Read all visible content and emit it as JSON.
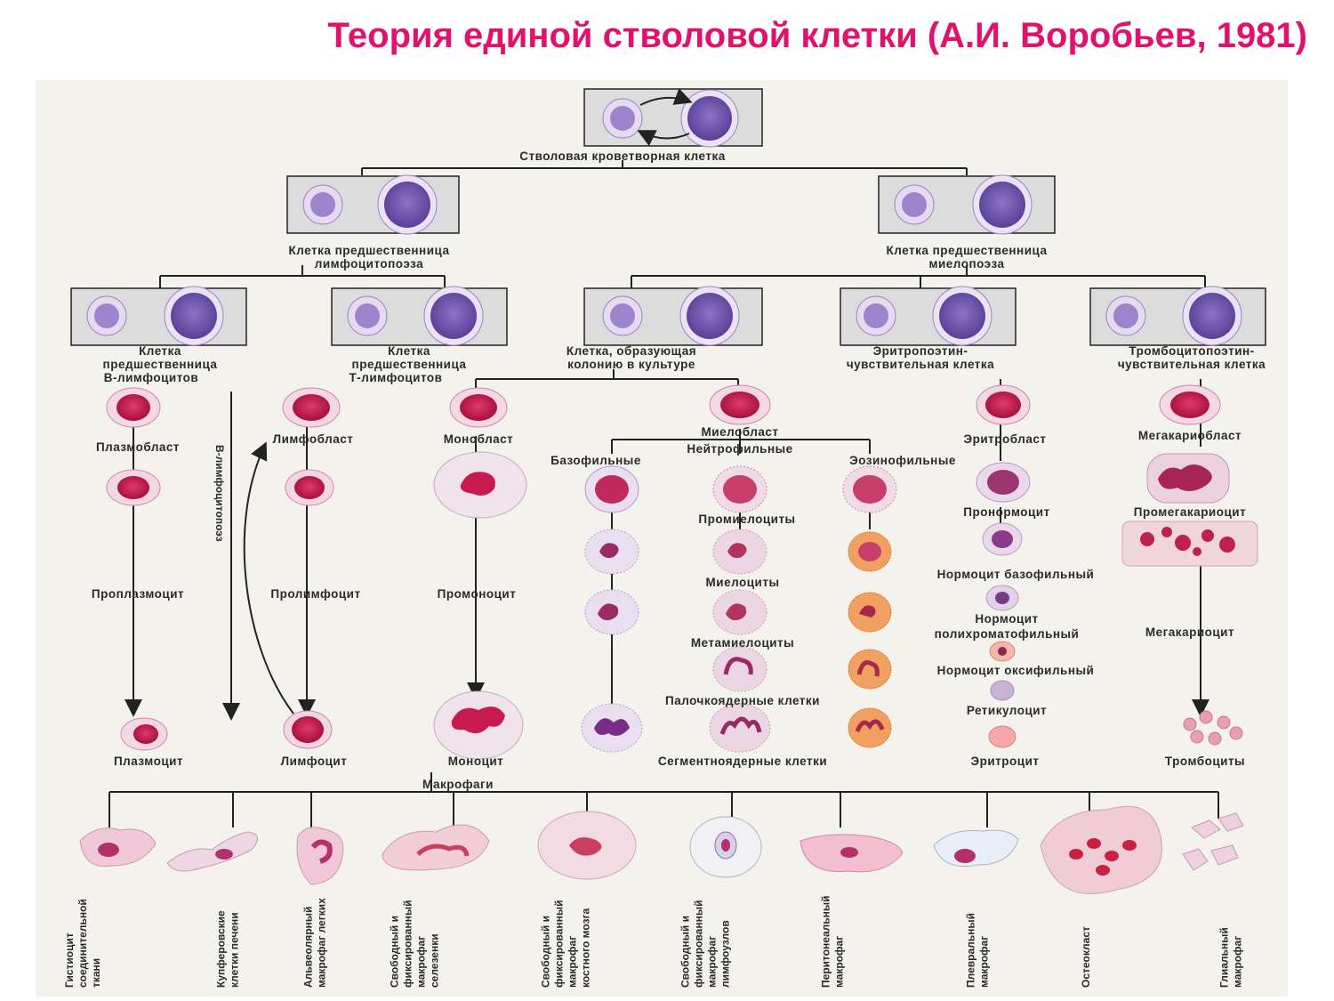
{
  "title": "Теория единой стволовой клетки (А.И. Воробьев, 1981)",
  "colors": {
    "title": "#e0126e",
    "stem_nucleus": "#7a5fb8",
    "red_cell_nucleus": "#c81a4e",
    "eosinophil_granules": "#e8782a",
    "macrophage_cytoplasm": "#f0b6c8"
  },
  "labels": {
    "stem": "Стволовая кроветворная клетка",
    "lympho_prec_1": "Клетка предшественница",
    "lympho_prec_2": "лимфоцитопоэза",
    "myelo_prec_1": "Клетка предшественница",
    "myelo_prec_2": "миелопоэза",
    "b_prec_1": "Клетка",
    "b_prec_2": "предшественница",
    "b_prec_3": "В-лимфоцитов",
    "t_prec_1": "Клетка",
    "t_prec_2": "предшественница",
    "t_prec_3": "Т-лимфоцитов",
    "cfu_1": "Клетка, образующая",
    "cfu_2": "колонию в культуре",
    "epo_1": "Эритропоэтин-",
    "epo_2": "чувствительная клетка",
    "tpo_1": "Тромбоцитопоэтин-",
    "tpo_2": "чувствительная клетка",
    "plasmoblast": "Плазмобласт",
    "proplasmocyte": "Проплазмоцит",
    "plasmocyte": "Плазмоцит",
    "b_lymphopoiesis": "В-лимфоцитопоэз",
    "lymphoblast": "Лимфобласт",
    "prolymphocyte": "Пролимфоцит",
    "lymphocyte": "Лимфоцит",
    "monoblast": "Монобласт",
    "promonocyte": "Промоноцит",
    "monocyte": "Моноцит",
    "myeloblast": "Миелобласт",
    "basophilic": "Базофильные",
    "neutrophilic": "Нейтрофильные",
    "eosinophilic": "Эозинофильные",
    "promyelocytes": "Промиелоциты",
    "myelocytes": "Миелоциты",
    "metamyelocytes": "Метамиелоциты",
    "band_cells": "Палочкоядерные клетки",
    "segmented_cells": "Сегментноядерные клетки",
    "erythroblast": "Эритробласт",
    "pronormocyte": "Пронормоцит",
    "normocyte_baso": "Нормоцит базофильный",
    "normocyte_poly_1": "Нормоцит",
    "normocyte_poly_2": "полихроматофильный",
    "normocyte_oxy": "Нормоцит оксифильный",
    "reticulocyte": "Ретикулоцит",
    "erythrocyte": "Эритроцит",
    "megakaryoblast": "Мегакариобласт",
    "promegakaryocyte": "Промегакариоцит",
    "megakaryocyte": "Мегакариоцит",
    "thrombocytes": "Тромбоциты",
    "macrophages": "Макрофаги"
  },
  "macrophages": [
    {
      "lines": [
        "Гистиоцит",
        "соединительной",
        "ткани"
      ]
    },
    {
      "lines": [
        "Купферовские",
        "клетки печени"
      ]
    },
    {
      "lines": [
        "Альвеолярный",
        "макрофаг легких"
      ]
    },
    {
      "lines": [
        "Свободный и",
        "фиксированный",
        "макрофаг",
        "селезенки"
      ]
    },
    {
      "lines": [
        "Свободный и",
        "фиксированный",
        "макрофаг",
        "костного мозга"
      ]
    },
    {
      "lines": [
        "Свободный и",
        "фиксированный",
        "макрофаг",
        "лимфоузлов"
      ]
    },
    {
      "lines": [
        "Перитонеальный",
        "макрофаг"
      ]
    },
    {
      "lines": [
        "Плевральный",
        "макрофаг"
      ]
    },
    {
      "lines": [
        "Остеокласт"
      ]
    },
    {
      "lines": [
        "Глиальный",
        "макрофаг"
      ]
    }
  ]
}
